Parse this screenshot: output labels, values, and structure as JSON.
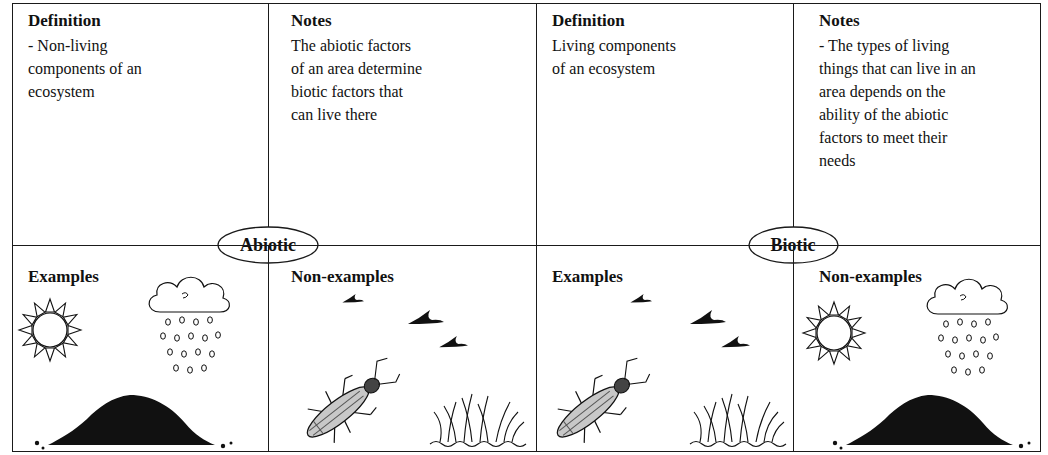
{
  "diagram": {
    "nodes": [
      {
        "text": [
          "Definition",
          "- Non-living components of an ecosystem"
        ]
      },
      {
        "text": [
          "Notes",
          "The abiotic factors of an area determine biotic factors that can live there"
        ]
      },
      {
        "text": [
          "Abiotic"
        ]
      },
      {
        "text": [
          "Examples"
        ]
      },
      {
        "text": [
          "Non-examples"
        ]
      },
      {
        "text": [
          "Definition",
          "Living components of an ecosystem"
        ]
      },
      {
        "text": [
          "Notes",
          "- The types of living things that can live in an area depends on the ability of the abiotic factors to meet their needs"
        ]
      },
      {
        "text": [
          "Biotic"
        ]
      },
      {
        "text": [
          "Examples"
        ]
      },
      {
        "text": [
          "Non-examples"
        ]
      }
    ]
  }
}
